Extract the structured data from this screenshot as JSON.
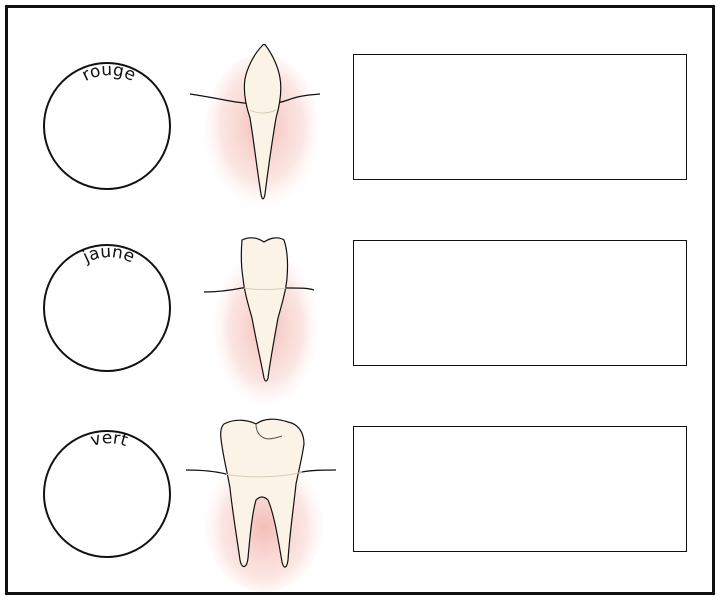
{
  "worksheet": {
    "rows": [
      {
        "color_label": "rouge",
        "answer_value": "",
        "tooth_icon": "incisor-tooth-in-gum-icon"
      },
      {
        "color_label": "jaune",
        "answer_value": "",
        "tooth_icon": "canine-tooth-in-gum-icon"
      },
      {
        "color_label": "vert",
        "answer_value": "",
        "tooth_icon": "molar-tooth-in-gum-icon"
      }
    ]
  },
  "colors": {
    "line": "#111111",
    "gum": "#f4b8b0",
    "tooth_fill": "#fbf3e6",
    "tooth_shade": "#efe3cf",
    "paper": "#ffffff"
  }
}
